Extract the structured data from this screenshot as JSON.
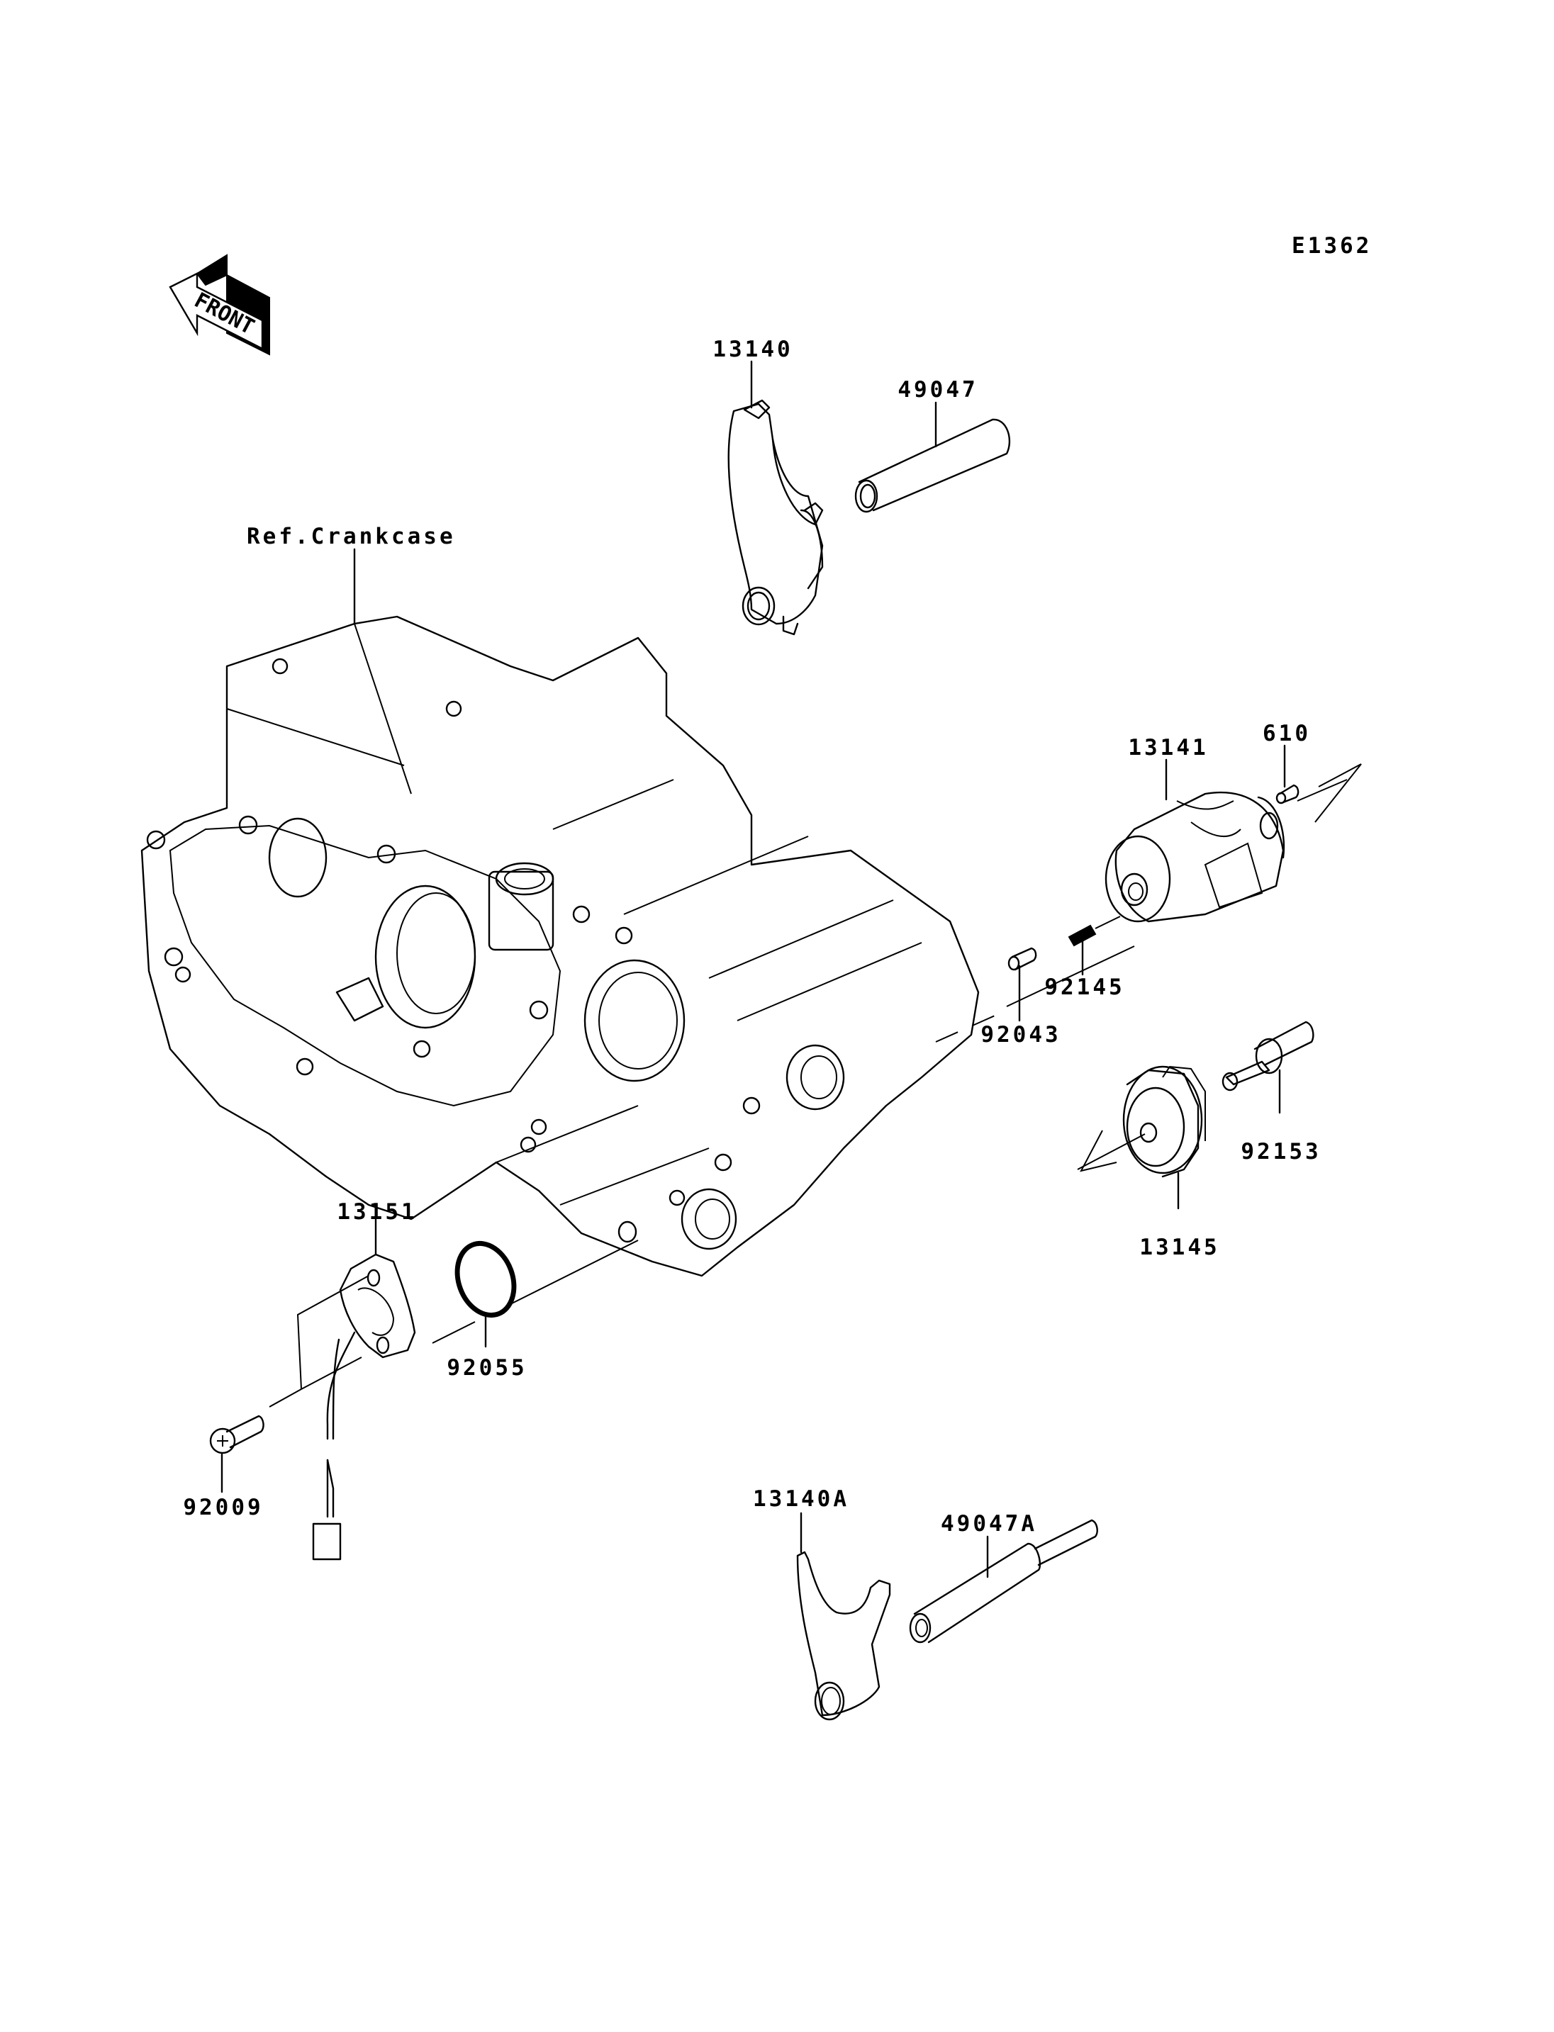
{
  "diagram": {
    "code": "E1362",
    "direction_indicator": "FRONT",
    "reference_label": "Ref.Crankcase",
    "parts": [
      {
        "id": "13140",
        "name": "shift-fork"
      },
      {
        "id": "49047",
        "name": "shift-rod"
      },
      {
        "id": "13141",
        "name": "shift-drum"
      },
      {
        "id": "610",
        "name": "pin"
      },
      {
        "id": "92145",
        "name": "spring"
      },
      {
        "id": "92043",
        "name": "pin"
      },
      {
        "id": "92153",
        "name": "bolt"
      },
      {
        "id": "13145",
        "name": "drum-operating-cam"
      },
      {
        "id": "13151",
        "name": "gear-position-switch"
      },
      {
        "id": "92055",
        "name": "o-ring"
      },
      {
        "id": "92009",
        "name": "screw"
      },
      {
        "id": "13140A",
        "name": "shift-fork"
      },
      {
        "id": "49047A",
        "name": "shift-rod"
      }
    ]
  }
}
